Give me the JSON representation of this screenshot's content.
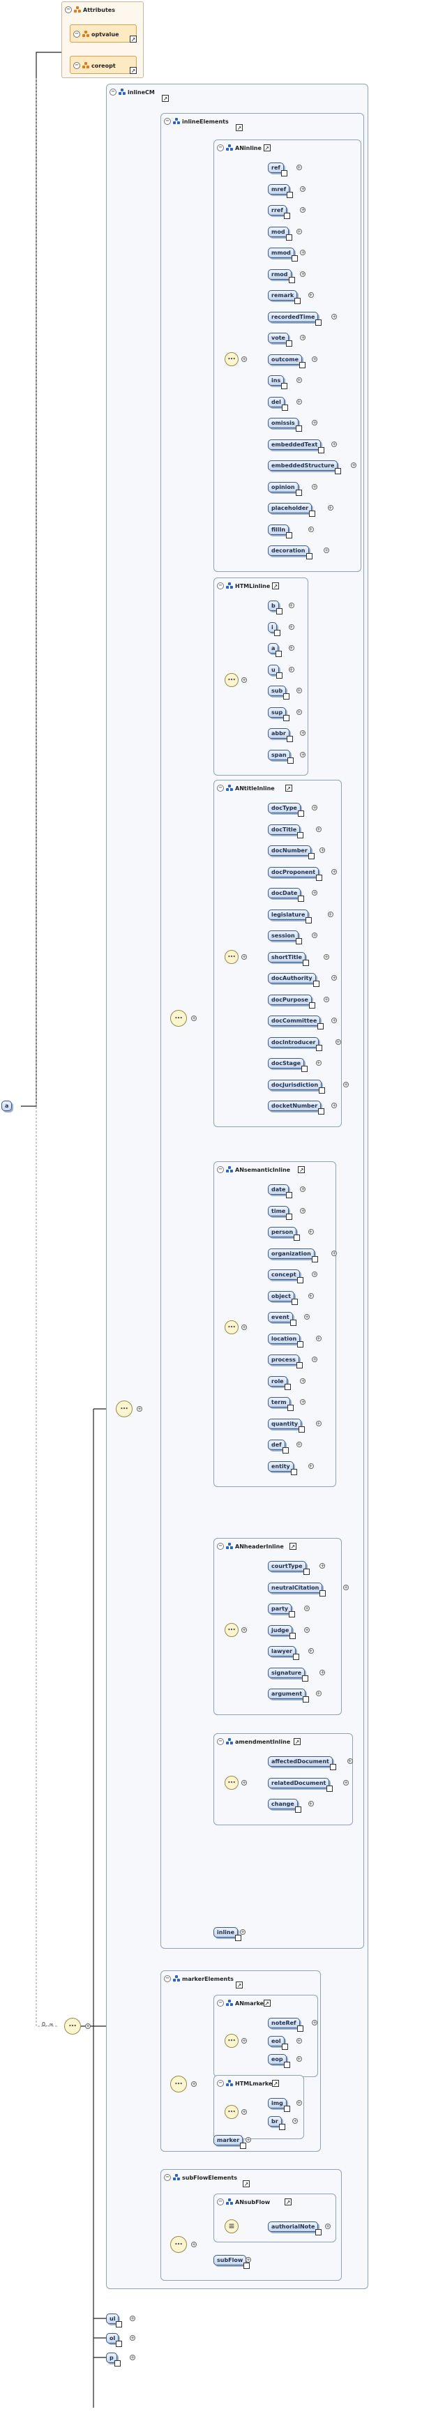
{
  "colors": {
    "element_fill": "#c9d7ec",
    "group_border": "#8fa2b8",
    "sequence_fill": "#fbf6cf",
    "attribute_fill": "#fdf7ee"
  },
  "icons": {
    "group": "group-icon",
    "attribute": "attribute-icon",
    "sequence": "sequence-compositor-icon",
    "choice": "choice-compositor-icon",
    "ref_arrow": "ref-arrow-icon"
  },
  "root": {
    "label": "a"
  },
  "attributes": {
    "title": "Attributes",
    "items": [
      "optvalue",
      "coreopt"
    ]
  },
  "repeat": {
    "multiplicity": "0..∞"
  },
  "inlineCM": {
    "title": "inlineCM"
  },
  "inlineElements": {
    "title": "inlineElements",
    "groups": [
      {
        "title": "ANinline",
        "items": [
          "ref",
          "mref",
          "rref",
          "mod",
          "mmod",
          "rmod",
          "remark",
          "recordedTime",
          "vote",
          "outcome",
          "ins",
          "del",
          "omissis",
          "embeddedText",
          "embeddedStructure",
          "opinion",
          "placeholder",
          "fillIn",
          "decoration"
        ]
      },
      {
        "title": "HTMLinline",
        "items": [
          "b",
          "i",
          "a",
          "u",
          "sub",
          "sup",
          "abbr",
          "span"
        ]
      },
      {
        "title": "ANtitleInline",
        "items": [
          "docType",
          "docTitle",
          "docNumber",
          "docProponent",
          "docDate",
          "legislature",
          "session",
          "shortTitle",
          "docAuthority",
          "docPurpose",
          "docCommittee",
          "docIntroducer",
          "docStage",
          "docJurisdiction",
          "docketNumber"
        ]
      },
      {
        "title": "ANsemanticInline",
        "items": [
          "date",
          "time",
          "person",
          "organization",
          "concept",
          "object",
          "event",
          "location",
          "process",
          "role",
          "term",
          "quantity",
          "def",
          "entity"
        ]
      },
      {
        "title": "ANheaderInline",
        "items": [
          "courtType",
          "neutralCitation",
          "party",
          "judge",
          "lawyer",
          "signature",
          "argument"
        ]
      },
      {
        "title": "amendmentInline",
        "items": [
          "affectedDocument",
          "relatedDocument",
          "change"
        ]
      }
    ],
    "tail": "inline"
  },
  "markerElements": {
    "title": "markerElements",
    "groups": [
      {
        "title": "ANmarker",
        "items": [
          "noteRef",
          "eol",
          "eop"
        ]
      },
      {
        "title": "HTMLmarker",
        "items": [
          "img",
          "br"
        ]
      }
    ],
    "tail": "marker"
  },
  "subFlowElements": {
    "title": "subFlowElements",
    "groups": [
      {
        "title": "ANsubFlow",
        "items": [
          "authorialNote"
        ]
      }
    ],
    "tail": "subFlow"
  },
  "bottom": [
    "ul",
    "ol",
    "p"
  ]
}
